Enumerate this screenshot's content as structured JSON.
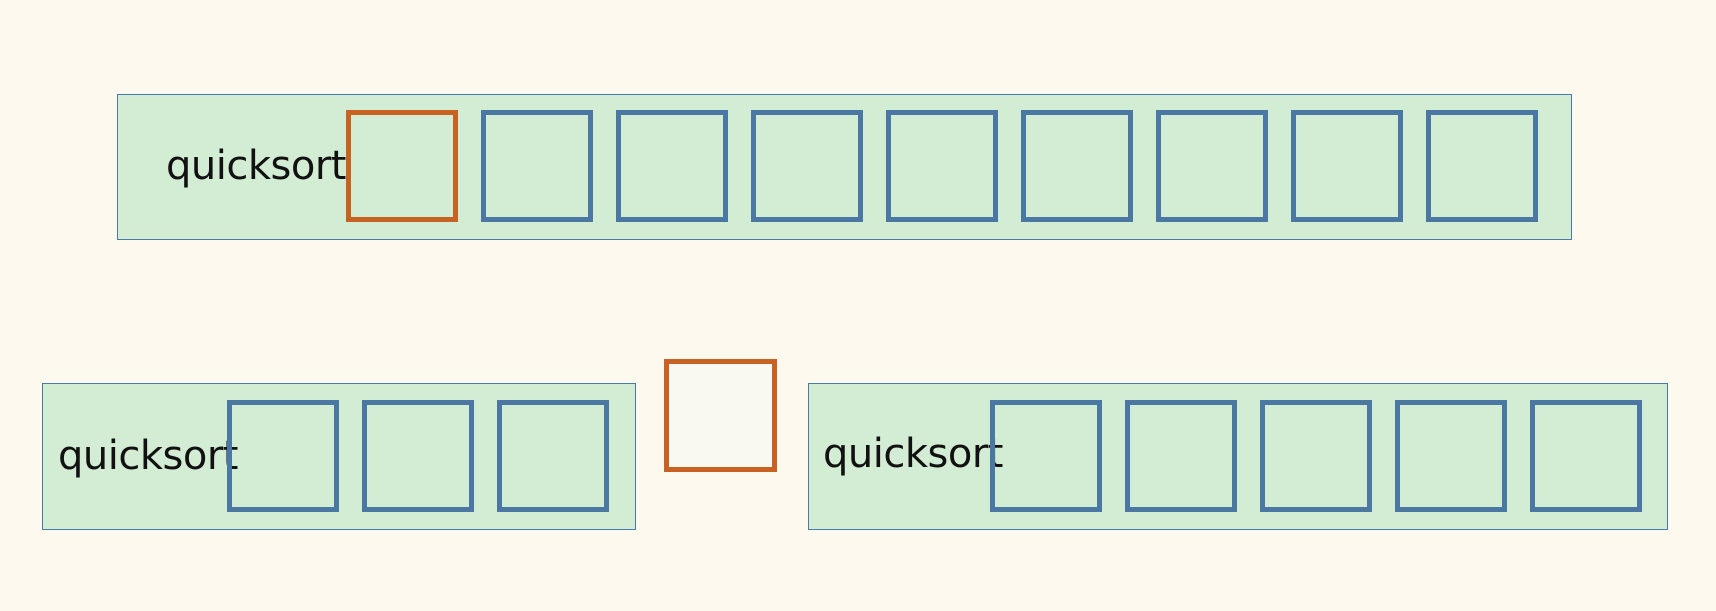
{
  "top_call": {
    "label": "quicksort",
    "cells": 9,
    "pivot_index": 0
  },
  "left_call": {
    "label": "quicksort",
    "cells": 3
  },
  "right_call": {
    "label": "quicksort",
    "cells": 5
  },
  "colors": {
    "background": "#fef9ef",
    "panel_fill": "#d3ecd4",
    "panel_border": "#4a7aa8",
    "cell_border": "#4a78a2",
    "pivot_border": "#c86222",
    "pivot_fill": "#faf9f1"
  }
}
